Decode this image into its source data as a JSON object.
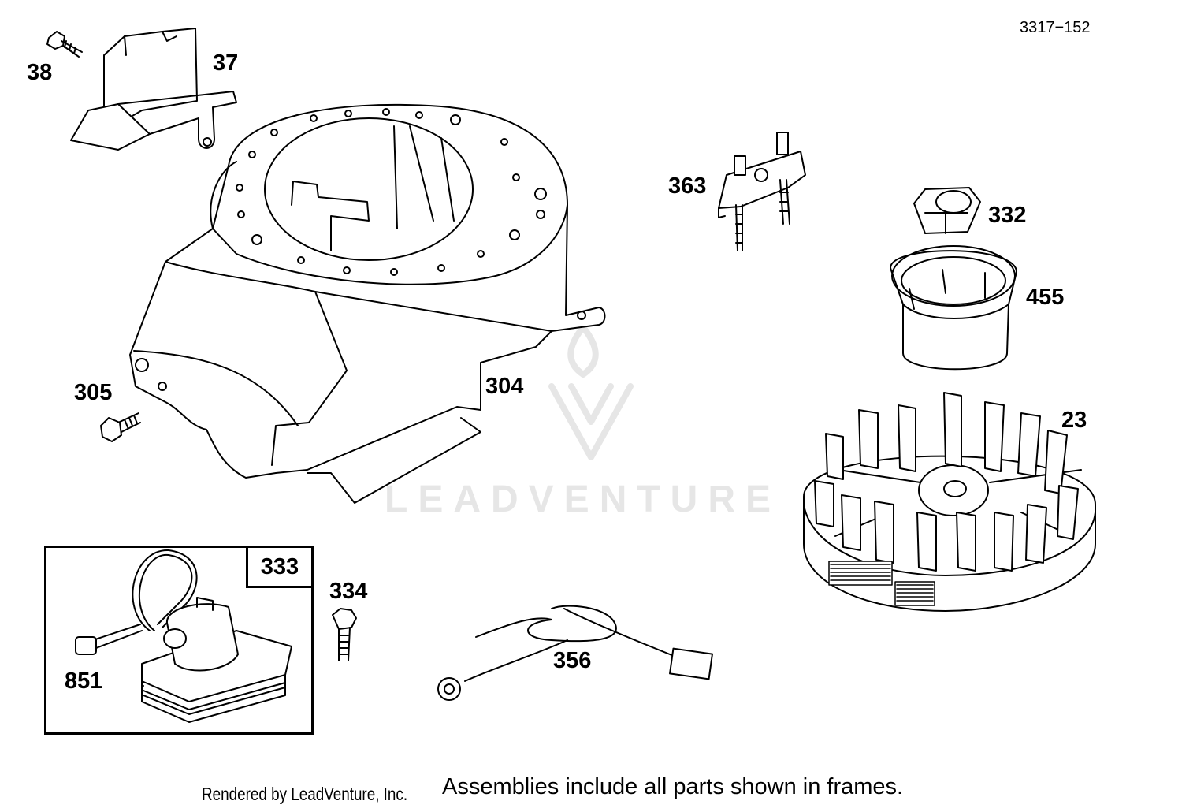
{
  "diagram": {
    "id": "3317−152",
    "watermark": "LEADVENTURE",
    "credit": "Rendered by LeadVenture, Inc.",
    "note": "Assemblies include all parts shown in frames."
  },
  "parts": {
    "p38": "38",
    "p37": "37",
    "p363": "363",
    "p332": "332",
    "p455": "455",
    "p305": "305",
    "p304": "304",
    "p23": "23",
    "p333": "333",
    "p334": "334",
    "p851": "851",
    "p356": "356"
  },
  "colors": {
    "line": "#000000",
    "watermark": "#e6e6e6"
  }
}
